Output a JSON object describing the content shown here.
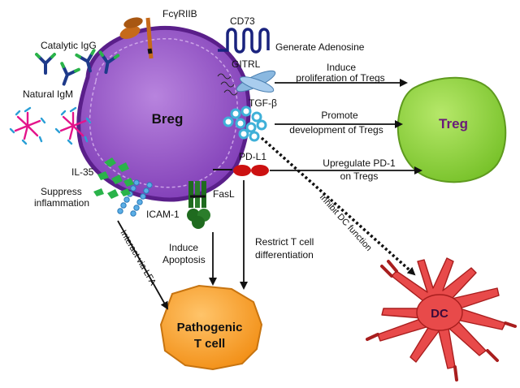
{
  "cells": {
    "breg": "Breg",
    "treg": "Treg",
    "dc": "DC",
    "pathogenic_line1": "Pathogenic",
    "pathogenic_line2": "T cell"
  },
  "molecules": {
    "fcgriib": "FcγRIIB",
    "cd73": "CD73",
    "gitrl": "GITRL",
    "tgfb": "TGF-β",
    "pdl1": "PD-L1",
    "fasl": "FasL",
    "icam1": "ICAM-1",
    "il35": "IL-35",
    "catalytic_igg": "Catalytic IgG",
    "natural_igm": "Natural IgM"
  },
  "annotations": {
    "generate_adenosine": "Generate Adenosine",
    "induce_tregs_1": "Induce",
    "induce_tregs_2": "proliferation of Tregs",
    "promote_tregs_1": "Promote",
    "promote_tregs_2": "development of Tregs",
    "upregulate_1": "Upregulate PD-1",
    "upregulate_2": "on Tregs",
    "inhibit_dc": "Inhibit DC function",
    "suppress_1": "Suppress",
    "suppress_2": "inflammation",
    "induce_apoptosis_1": "Induce",
    "induce_apoptosis_2": "Apoptosis",
    "restrict_1": "Restrict T cell",
    "restrict_2": "differentiation",
    "interact_lfa": "Interact via LFA"
  },
  "colors": {
    "breg_fill": "#9b59c9",
    "breg_membrane": "#6a2a9a",
    "treg_fill": "#8fd13f",
    "treg_stroke": "#5e9a1e",
    "dc_fill": "#e84a4a",
    "pathogenic_fill": "#f7a234",
    "pathogenic_stroke": "#c77410",
    "pdl1": "#cc1111",
    "fasl": "#1f6b1f",
    "il35": "#2ab34a",
    "tgfb": "#5cc8e8",
    "gitrl": "#8ab8e0",
    "cd73": "#1a237e",
    "fcgriib": "#c66a1a"
  }
}
